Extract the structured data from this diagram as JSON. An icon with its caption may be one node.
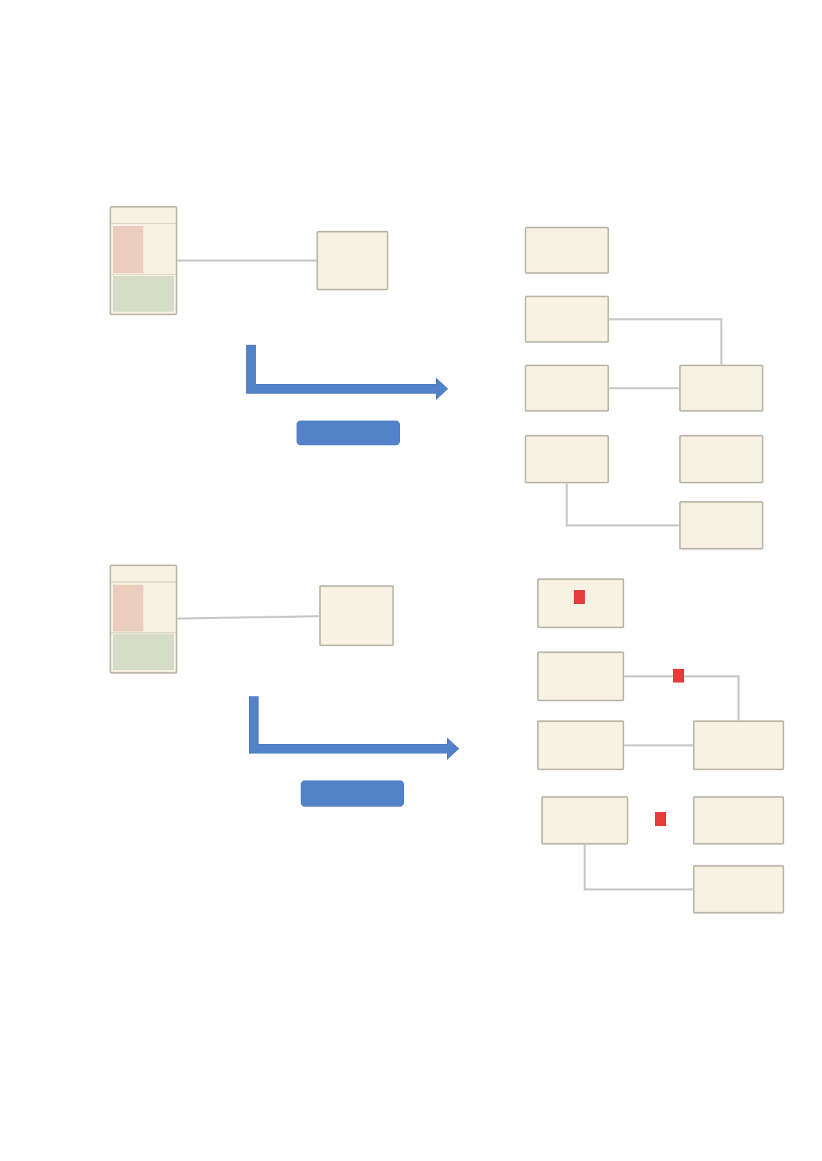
{
  "diagram": {
    "nodes": [
      {
        "text": [],
        "shape": "box"
      },
      {
        "text": [],
        "shape": "box"
      },
      {
        "text": [],
        "shape": "bar"
      },
      {
        "text": [],
        "shape": "box"
      },
      {
        "text": [],
        "shape": "box"
      },
      {
        "text": [],
        "shape": "box"
      },
      {
        "text": [],
        "shape": "box"
      },
      {
        "text": [],
        "shape": "box"
      },
      {
        "text": [],
        "shape": "box"
      },
      {
        "text": [],
        "shape": "box"
      },
      {
        "text": [],
        "shape": "box"
      },
      {
        "text": [],
        "shape": "box"
      },
      {
        "text": [],
        "shape": "bar"
      },
      {
        "text": [],
        "shape": "box"
      },
      {
        "text": [],
        "shape": "box"
      },
      {
        "text": [],
        "shape": "box"
      },
      {
        "text": [],
        "shape": "box"
      },
      {
        "text": [],
        "shape": "box"
      },
      {
        "text": [],
        "shape": "box"
      },
      {
        "text": [],
        "shape": "box"
      }
    ],
    "edges": [
      {
        "from": 0,
        "to": 1,
        "arrow": "none"
      },
      {
        "from": 4,
        "to": 7,
        "arrow": "none"
      },
      {
        "from": 5,
        "to": 7,
        "arrow": "none"
      },
      {
        "from": 6,
        "to": 9,
        "arrow": "none"
      },
      {
        "from": 10,
        "to": 11,
        "arrow": "none"
      },
      {
        "from": 14,
        "to": 17,
        "arrow": "none"
      },
      {
        "from": 15,
        "to": 17,
        "arrow": "none"
      },
      {
        "from": 16,
        "to": 19,
        "arrow": "none"
      }
    ]
  }
}
